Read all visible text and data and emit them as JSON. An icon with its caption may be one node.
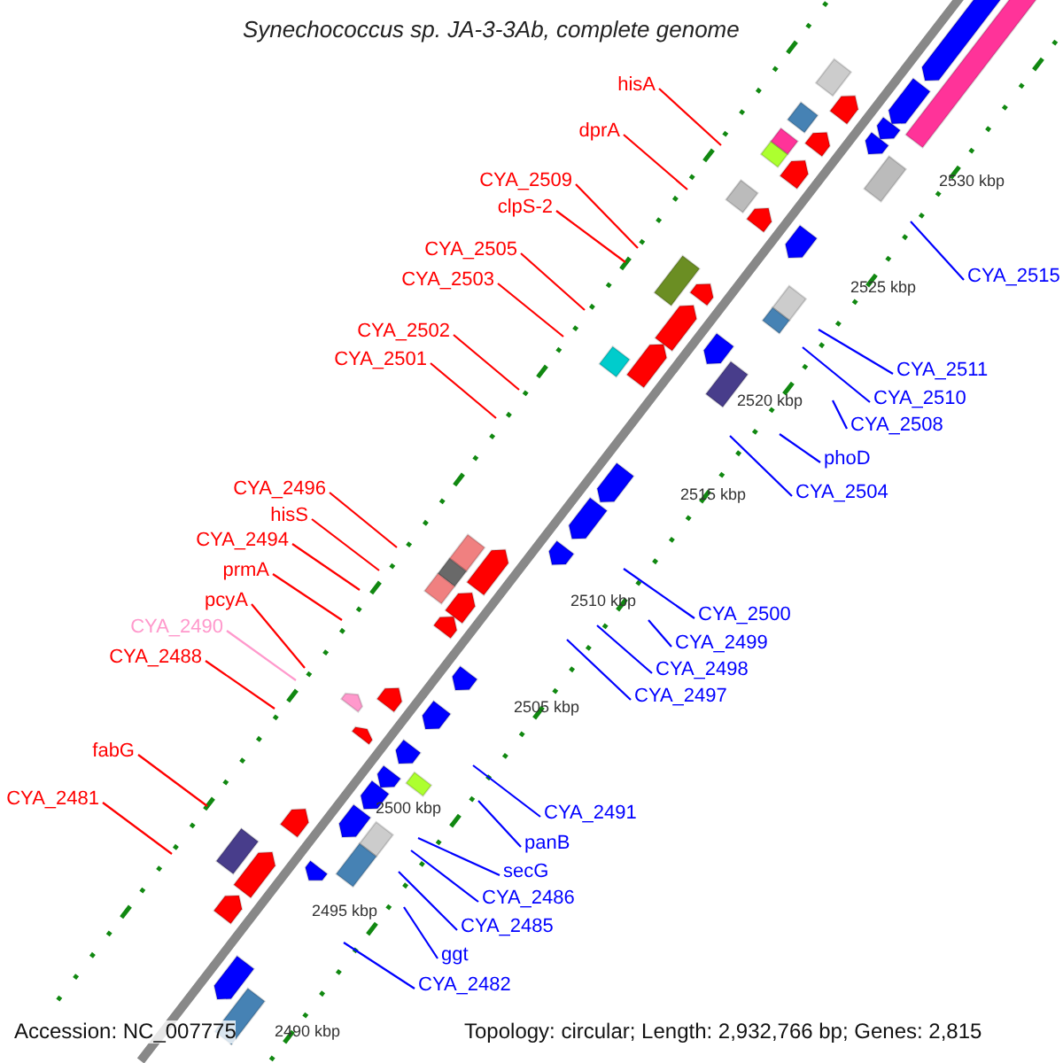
{
  "diagram": {
    "title": "Synechococcus sp. JA-3-3Ab, complete genome",
    "nodes": [
      {
        "text": [
          "hisA"
        ]
      },
      {
        "text": [
          "dprA"
        ]
      },
      {
        "text": [
          "CYA_2509"
        ]
      },
      {
        "text": [
          "clpS-2"
        ]
      },
      {
        "text": [
          "CYA_2505"
        ]
      },
      {
        "text": [
          "CYA_2515"
        ]
      },
      {
        "text": [
          "CYA_2503"
        ]
      },
      {
        "text": [
          "CYA_2502"
        ]
      },
      {
        "text": [
          "CYA_2501"
        ]
      },
      {
        "text": [
          "CYA_2511"
        ]
      },
      {
        "text": [
          "CYA_2510"
        ]
      },
      {
        "text": [
          "CYA_2508"
        ]
      },
      {
        "text": [
          "phoD"
        ]
      },
      {
        "text": [
          "CYA_2496"
        ]
      },
      {
        "text": [
          "CYA_2504"
        ]
      },
      {
        "text": [
          "hisS"
        ]
      },
      {
        "text": [
          "CYA_2494"
        ]
      },
      {
        "text": [
          "prmA"
        ]
      },
      {
        "text": [
          "CYA_2500"
        ]
      },
      {
        "text": [
          "pcyA"
        ]
      },
      {
        "text": [
          "CYA_2490"
        ]
      },
      {
        "text": [
          "CYA_2499"
        ]
      },
      {
        "text": [
          "CYA_2488"
        ]
      },
      {
        "text": [
          "CYA_2498"
        ]
      },
      {
        "text": [
          "CYA_2497"
        ]
      },
      {
        "text": [
          "fabG"
        ]
      },
      {
        "text": [
          "CYA_2481"
        ]
      },
      {
        "text": [
          "CYA_2491"
        ]
      },
      {
        "text": [
          "panB"
        ]
      },
      {
        "text": [
          "secG"
        ]
      },
      {
        "text": [
          "CYA_2486"
        ]
      },
      {
        "text": [
          "CYA_2485"
        ]
      },
      {
        "text": [
          "ggt"
        ]
      },
      {
        "text": [
          "CYA_2482"
        ]
      }
    ],
    "edges": [
      {
        "from": 0,
        "to": null,
        "arrow": "none",
        "color": "#ff0000"
      },
      {
        "from": 1,
        "to": null,
        "arrow": "none",
        "color": "#ff0000"
      },
      {
        "from": 2,
        "to": null,
        "arrow": "none",
        "color": "#ff0000"
      },
      {
        "from": 3,
        "to": null,
        "arrow": "none",
        "color": "#ff0000"
      },
      {
        "from": 4,
        "to": null,
        "arrow": "none",
        "color": "#ff0000"
      },
      {
        "from": 5,
        "to": null,
        "arrow": "none",
        "color": "#0000ff"
      },
      {
        "from": 6,
        "to": null,
        "arrow": "none",
        "color": "#ff0000"
      },
      {
        "from": 7,
        "to": null,
        "arrow": "none",
        "color": "#ff0000"
      },
      {
        "from": 8,
        "to": null,
        "arrow": "none",
        "color": "#ff0000"
      },
      {
        "from": 9,
        "to": null,
        "arrow": "none",
        "color": "#0000ff"
      },
      {
        "from": 10,
        "to": null,
        "arrow": "none",
        "color": "#0000ff"
      },
      {
        "from": 11,
        "to": null,
        "arrow": "none",
        "color": "#0000ff"
      },
      {
        "from": 12,
        "to": null,
        "arrow": "none",
        "color": "#0000ff"
      },
      {
        "from": 13,
        "to": null,
        "arrow": "none",
        "color": "#ff0000"
      },
      {
        "from": 14,
        "to": null,
        "arrow": "none",
        "color": "#0000ff"
      },
      {
        "from": 15,
        "to": null,
        "arrow": "none",
        "color": "#ff0000"
      },
      {
        "from": 16,
        "to": null,
        "arrow": "none",
        "color": "#ff0000"
      },
      {
        "from": 17,
        "to": null,
        "arrow": "none",
        "color": "#ff0000"
      },
      {
        "from": 18,
        "to": null,
        "arrow": "none",
        "color": "#0000ff"
      },
      {
        "from": 19,
        "to": null,
        "arrow": "none",
        "color": "#ff0000"
      },
      {
        "from": 20,
        "to": null,
        "arrow": "none",
        "color": "#ff99cc"
      },
      {
        "from": 21,
        "to": null,
        "arrow": "none",
        "color": "#0000ff"
      },
      {
        "from": 22,
        "to": null,
        "arrow": "none",
        "color": "#ff0000"
      },
      {
        "from": 23,
        "to": null,
        "arrow": "none",
        "color": "#0000ff"
      },
      {
        "from": 24,
        "to": null,
        "arrow": "none",
        "color": "#0000ff"
      },
      {
        "from": 25,
        "to": null,
        "arrow": "none",
        "color": "#ff0000"
      },
      {
        "from": 26,
        "to": null,
        "arrow": "none",
        "color": "#ff0000"
      },
      {
        "from": 27,
        "to": null,
        "arrow": "none",
        "color": "#0000ff"
      },
      {
        "from": 28,
        "to": null,
        "arrow": "none",
        "color": "#0000ff"
      },
      {
        "from": 29,
        "to": null,
        "arrow": "none",
        "color": "#0000ff"
      },
      {
        "from": 30,
        "to": null,
        "arrow": "none",
        "color": "#0000ff"
      },
      {
        "from": 31,
        "to": null,
        "arrow": "none",
        "color": "#0000ff"
      },
      {
        "from": 32,
        "to": null,
        "arrow": "none",
        "color": "#0000ff"
      },
      {
        "from": 33,
        "to": null,
        "arrow": "none",
        "color": "#0000ff"
      }
    ],
    "labels": [
      "2530 kbp",
      "2525 kbp",
      "2520 kbp",
      "2515 kbp",
      "2510 kbp",
      "2505 kbp",
      "2500 kbp",
      "2495 kbp",
      "2490 kbp",
      "Accession: NC_007775",
      "Topology: circular; Length: 2,932,766 bp; Genes: 2,815"
    ]
  }
}
